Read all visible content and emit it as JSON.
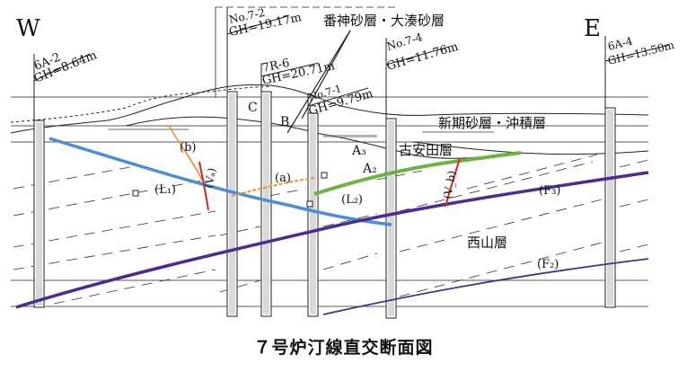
{
  "caption": "７号炉汀線直交断面図",
  "directions": {
    "west": "W",
    "east": "E"
  },
  "boreholes": [
    {
      "name": "6A-2",
      "gh": "GH=8.64m"
    },
    {
      "name": "No.7-2",
      "gh": "GH=19.17m"
    },
    {
      "name": "7R-6",
      "gh": "GH=20.71m"
    },
    {
      "name": "No.7-1",
      "gh": "GH=9.79m"
    },
    {
      "name": "No.7-4",
      "gh": "GH=11.76m"
    },
    {
      "name": "6A-4",
      "gh": "GH=13.50m"
    }
  ],
  "layers": {
    "top_callout": "番神砂層・大湊砂層",
    "shinki": "新期砂層・沖積層",
    "yasuda": "古安田層",
    "nishiyama": "西山層"
  },
  "unit_labels": {
    "C": "C",
    "B": "B",
    "A3": "A₃",
    "A2": "A₂"
  },
  "fault_labels": {
    "L1": "(L₁)",
    "L2": "(L₂)",
    "a": "(a)",
    "b": "(b)",
    "Va": "(Vₐ)",
    "Vb": "(V_b)",
    "F3": "(F₃)",
    "F2": "(F₂)"
  },
  "colors": {
    "L1": "#4a8fd6",
    "a": "#e8922e",
    "b": "#e8922e",
    "green": "#6cb33f",
    "F_purple": "#4b2d91",
    "V_red": "#d9261c"
  }
}
